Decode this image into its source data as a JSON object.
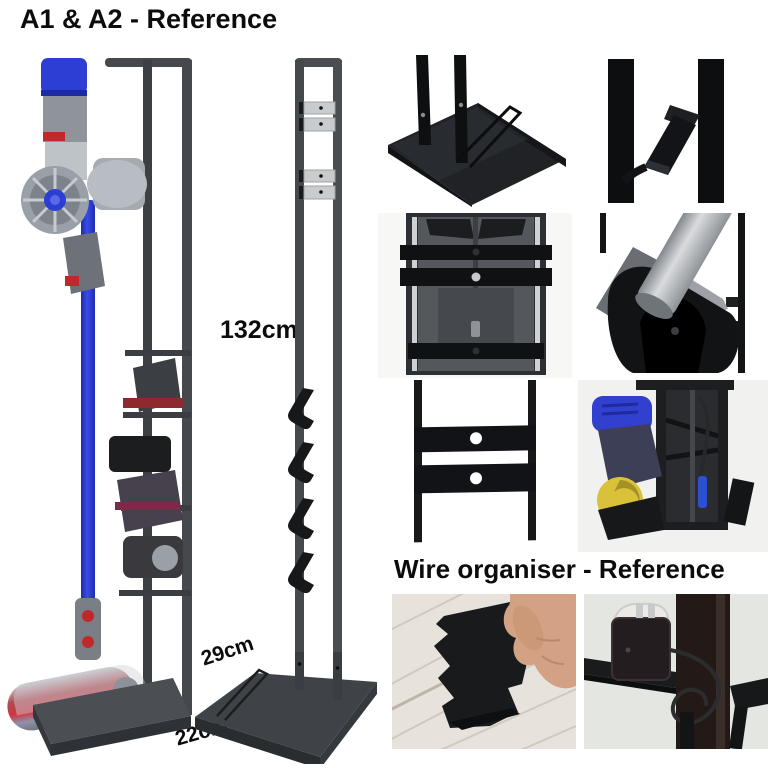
{
  "header": {
    "title": "A1 & A2 - Reference"
  },
  "wire_section": {
    "title": "Wire organiser - Reference"
  },
  "measurements": {
    "height_label": "132cm",
    "depth_label": "29cm",
    "width_label": "22cm"
  },
  "photos": {
    "left": "vacuum-mounted-on-stand",
    "middle": "empty-stand-with-dimensions",
    "grid": [
      "base-plate-with-wire-divider",
      "accessory-hook-closeup",
      "rear-bracket-view",
      "dock-cradle-closeup",
      "mounting-plates-with-holes",
      "mounted-vacuum-rear-with-cable"
    ],
    "wire": [
      "hand-holding-wire-organiser",
      "wire-organiser-installed-with-plug"
    ]
  },
  "colors": {
    "background": "#ffffff",
    "text": "#0c0c0c",
    "stand_dark_gray": "#45494e",
    "glossy_black": "#17181a",
    "dyson_blue": "#2c3ed4",
    "silver": "#b9bdc1",
    "red_accent": "#c0282c",
    "wheel_yellow": "#d9c13a",
    "wood_floor": "#e7e3dc",
    "skin": "#d3a184"
  }
}
